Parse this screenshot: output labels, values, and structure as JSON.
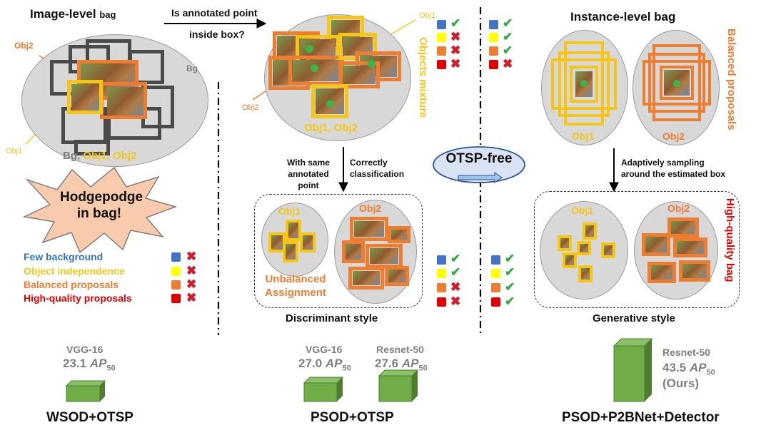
{
  "titles": {
    "image_bag": "Image-level",
    "image_bag_small": "bag",
    "instance_bag": "Instance-level bag"
  },
  "arrow_question": {
    "line1": "Is annotated point",
    "line2": "inside box?"
  },
  "labels": {
    "obj1": "Obj1",
    "obj2": "Obj2",
    "bg": "Bg",
    "bag_contents_bg": "Bg,",
    "bag_contents_objs": "Obj1, Obj2",
    "obj_pair": "Obj1, Obj2",
    "objects_mixture": "Objects mixture",
    "balanced_proposals": "Balanced proposals",
    "high_quality_bag": "High-quality bag",
    "unbalanced_line1": "Unbalanced",
    "unbalanced_line2": "Assignment"
  },
  "hodgepodge": {
    "line1": "Hodgepodge",
    "line2": "in bag!"
  },
  "middle_arrow": {
    "left_line1": "With same",
    "left_line2": "annotated point",
    "right_line1": "Correctly",
    "right_line2": "classification"
  },
  "right_arrow": {
    "line1": "Adaptively sampling",
    "line2": "around the estimated box"
  },
  "otsp_free": "OTSP-free",
  "styles": {
    "discriminant": "Discriminant style",
    "generative": "Generative style"
  },
  "legend": {
    "items": [
      {
        "label": "Few background",
        "color": "#2e75c6",
        "square": "#4472c4"
      },
      {
        "label": "Object independence",
        "color": "#f5c518",
        "square": "#ffff00"
      },
      {
        "label": "Balanced proposals",
        "color": "#ed7d31",
        "square": "#ed7d31"
      },
      {
        "label": "High-quality proposals",
        "color": "#e00000",
        "square": "#e00000"
      }
    ]
  },
  "status": {
    "wsod": [
      "cross",
      "cross",
      "cross",
      "cross"
    ],
    "psod_top": [
      "check",
      "cross",
      "cross",
      "cross"
    ],
    "inst_top": [
      "check",
      "check",
      "check",
      "cross"
    ],
    "psod_disc": [
      "check",
      "check",
      "cross",
      "cross"
    ],
    "gen": [
      "check",
      "check",
      "check",
      "check"
    ]
  },
  "methods": [
    {
      "name": "WSOD+OTSP",
      "backbone": "VGG-16",
      "score": "23.1",
      "metric": "AP",
      "sub": "50",
      "note": ""
    },
    {
      "name": "PSOD+OTSP",
      "backbone": "VGG-16",
      "score": "27.0",
      "metric": "AP",
      "sub": "50",
      "note": ""
    },
    {
      "name": "",
      "backbone": "Resnet-50",
      "score": "27.6",
      "metric": "AP",
      "sub": "50",
      "note": ""
    },
    {
      "name": "PSOD+P2BNet+Detector",
      "backbone": "Resnet-50",
      "score": "43.5",
      "metric": "AP",
      "sub": "50",
      "note": "(Ours)"
    }
  ],
  "colors": {
    "obj1": "#f5c518",
    "obj2": "#ed7d31",
    "frame_gray": "#4a4a4a",
    "cube": "#70ad47",
    "otsp_fill": "#dae3f3",
    "otsp_stroke": "#2f5597"
  }
}
